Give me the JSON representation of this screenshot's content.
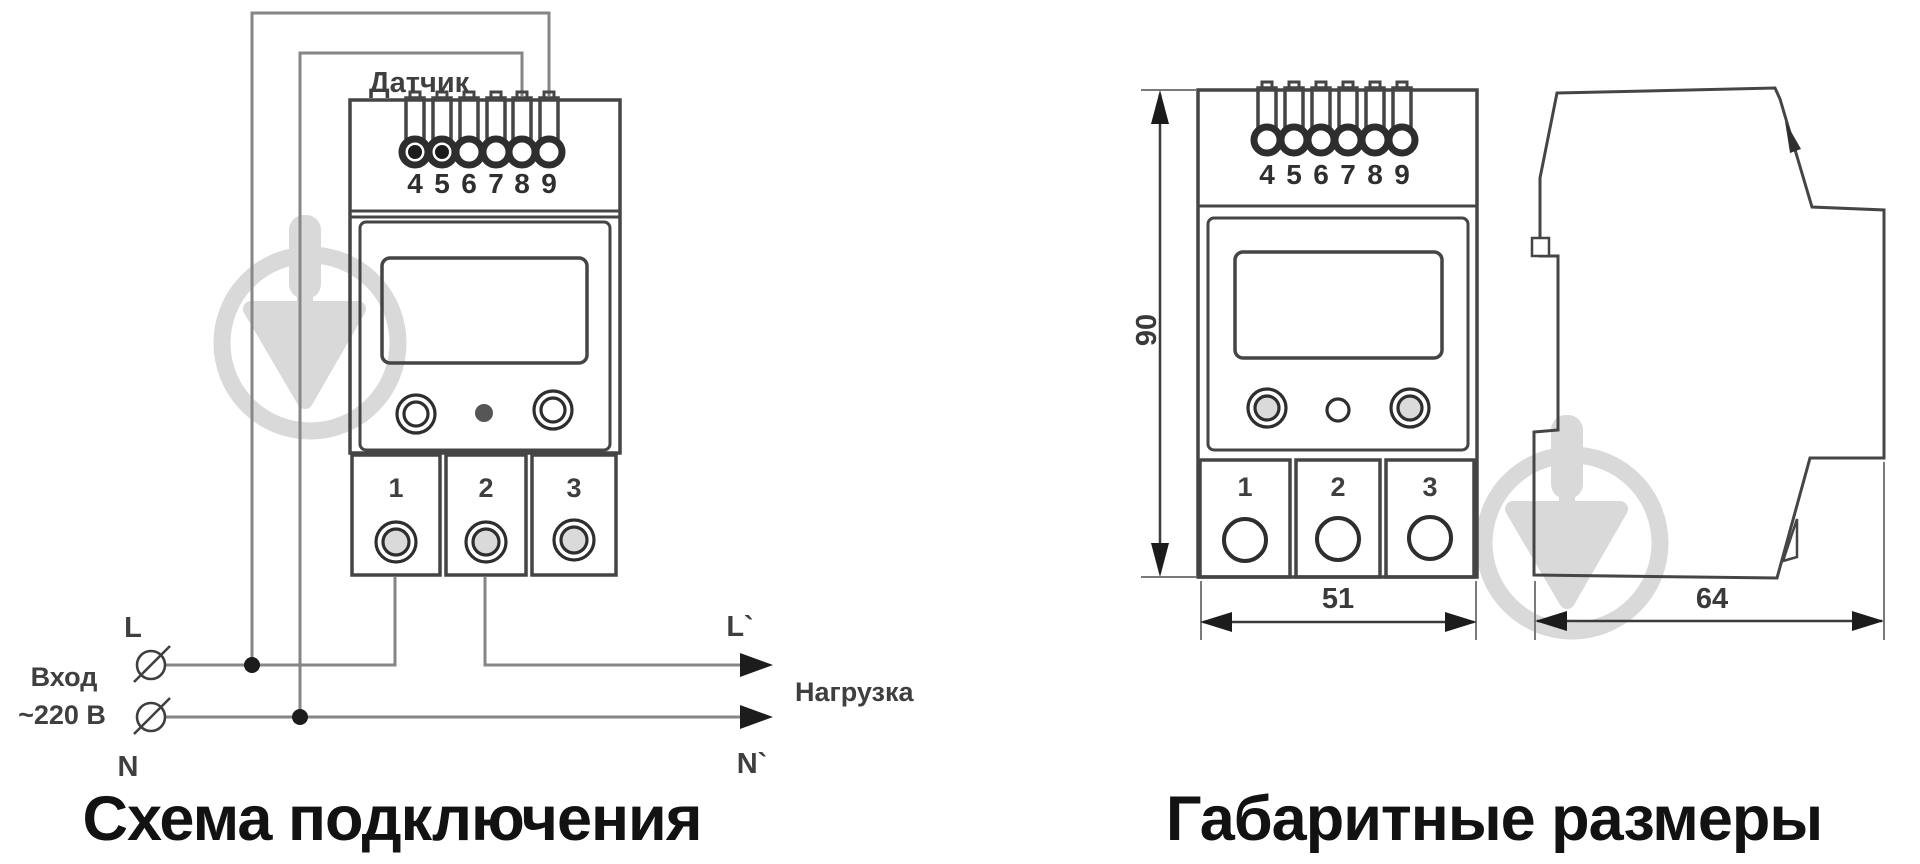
{
  "wiring": {
    "title": "Схема подключения",
    "sensor_label": "Датчик",
    "top_terminals": [
      "4",
      "5",
      "6",
      "7",
      "8",
      "9"
    ],
    "bottom_terminals": [
      "1",
      "2",
      "3"
    ],
    "labels": {
      "l_in": "L",
      "n_in": "N",
      "l_out": "L`",
      "n_out": "N`"
    },
    "input_caption": [
      "Вход",
      "~220 В"
    ],
    "load_label": "Нагрузка"
  },
  "dimensions": {
    "title": "Габаритные размеры",
    "top_terminals": [
      "4",
      "5",
      "6",
      "7",
      "8",
      "9"
    ],
    "bottom_terminals": [
      "1",
      "2",
      "3"
    ],
    "height_mm": "90",
    "width_mm": "51",
    "depth_mm": "64"
  },
  "icons": {
    "watermark": "trowel-logo-watermark",
    "input_terminal": "screw-terminal-symbol",
    "arrow": "load-direction-arrow"
  },
  "colors": {
    "background": "#ffffff",
    "device_outline": "#454545",
    "wire": "#868686",
    "arrow_and_dots": "#1c1c1c",
    "label_text": "#3f3f3f",
    "title_text": "#121212",
    "watermark": "#d9d9d9"
  }
}
